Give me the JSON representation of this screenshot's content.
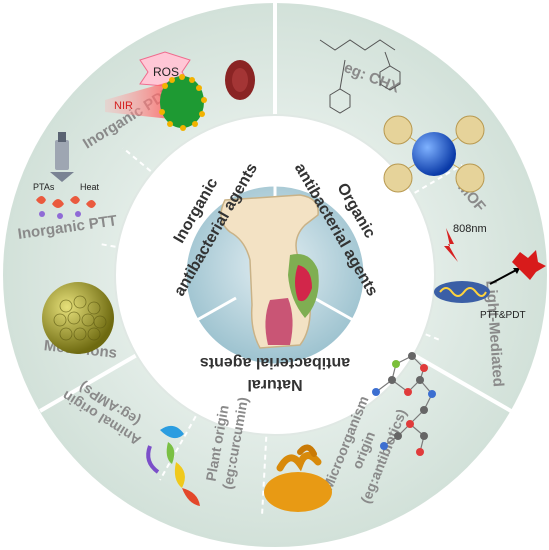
{
  "inner": {
    "inorganic_line1": "Inorganic",
    "inorganic_line2": "antibacterial agents",
    "organic_line1": "Organic",
    "organic_line2": "antibacterial agents",
    "natural_line1": "Natural",
    "natural_line2": "antibacterial agents"
  },
  "outer": {
    "inorganic_pdt": "Inorganic PDT",
    "inorganic_ptt": "Inorganic PTT",
    "metal_ions": "Metal ions",
    "chx": "eg: CHX",
    "mof": "MOF",
    "light_mediated": "Light-Mediated",
    "micro_line1": "Microorganism",
    "micro_line2": "origin",
    "micro_line3": "(eg:antibiotics)",
    "plant_line1": "Plant origin",
    "plant_line2": "(eg:curcumin)",
    "animal_line1": "Animal origin",
    "animal_line2": "(eg:AMPs)"
  },
  "small": {
    "ros": "ROS",
    "nir": "NIR",
    "ptas": "PTAs",
    "heat": "Heat",
    "laser": "808nm",
    "ptt_pdt": "PTT&PDT"
  },
  "colors": {
    "ring_light": "#e1ebe6",
    "ring_mid": "#d3e2da",
    "center_fill": "#b9d4dc",
    "divider": "#ffffff",
    "outer_text": "#8a8a8a"
  }
}
